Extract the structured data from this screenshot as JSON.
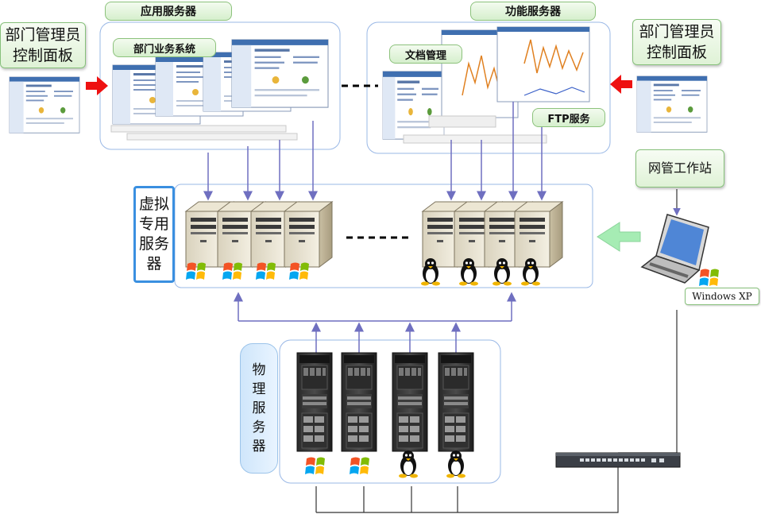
{
  "groups": {
    "app_servers": "应用服务器",
    "func_servers": "功能服务器",
    "virtual": "虚拟专用服务器",
    "physical": "物理服务器"
  },
  "apps": {
    "dept_business": "部门业务系统",
    "doc_mgmt": "文档管理",
    "ftp": "FTP服务"
  },
  "consoles": {
    "left": "部门管理员控制面板",
    "right": "部门管理员控制面板"
  },
  "workstation": {
    "label": "网管工作站",
    "os": "Windows XP"
  },
  "ellipsis": {
    "apps": "- - -",
    "virtual": "- - - - -"
  },
  "colors": {
    "arrow_blue": "#6f6fc0",
    "arrow_red": "#ee1111",
    "arrow_green": "#a6ecb4",
    "group_border": "#9ab8e6",
    "label_green": "#86c07a"
  },
  "icons": {
    "windows": "windows-logo-icon",
    "linux": "tux-penguin-icon",
    "server": "tower-server-icon",
    "rack": "rack-server-icon",
    "switch": "network-switch-icon",
    "laptop": "laptop-icon"
  }
}
